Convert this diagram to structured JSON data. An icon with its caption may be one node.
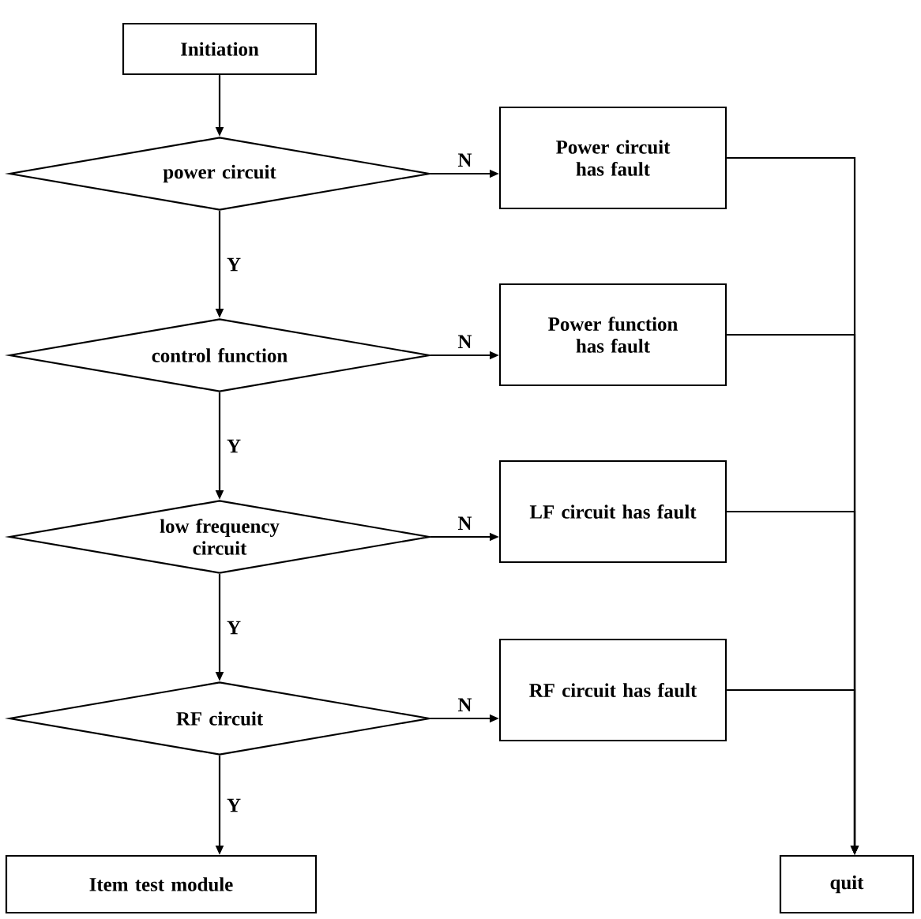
{
  "diagram": {
    "nodes": [
      {
        "text": [
          "Initiation"
        ]
      },
      {
        "text": [
          "power circuit"
        ]
      },
      {
        "text": [
          "Power circuit has fault"
        ]
      },
      {
        "text": [
          "control function"
        ]
      },
      {
        "text": [
          "Power function has fault"
        ]
      },
      {
        "text": [
          "low frequency circuit"
        ]
      },
      {
        "text": [
          "LF circuit has fault"
        ]
      },
      {
        "text": [
          "RF circuit"
        ]
      },
      {
        "text": [
          "RF circuit has fault"
        ]
      },
      {
        "text": [
          "Item test module"
        ]
      },
      {
        "text": [
          "quit"
        ]
      }
    ],
    "edges": [
      {
        "from": 0,
        "to": 1,
        "arrow": "to"
      },
      {
        "from": 1,
        "to": 2,
        "arrow": "to",
        "label": "N"
      },
      {
        "from": 1,
        "to": 3,
        "arrow": "to",
        "label": "Y"
      },
      {
        "from": 3,
        "to": 4,
        "arrow": "to",
        "label": "N"
      },
      {
        "from": 3,
        "to": 5,
        "arrow": "to",
        "label": "Y"
      },
      {
        "from": 5,
        "to": 6,
        "arrow": "to",
        "label": "N"
      },
      {
        "from": 5,
        "to": 7,
        "arrow": "to",
        "label": "Y"
      },
      {
        "from": 7,
        "to": 8,
        "arrow": "to",
        "label": "N"
      },
      {
        "from": 7,
        "to": 9,
        "arrow": "to",
        "label": "Y"
      },
      {
        "from": 2,
        "to": 10,
        "arrow": "to"
      },
      {
        "from": 4,
        "to": 10,
        "arrow": "to"
      },
      {
        "from": 6,
        "to": 10,
        "arrow": "to"
      },
      {
        "from": 8,
        "to": 10,
        "arrow": "to"
      }
    ]
  }
}
